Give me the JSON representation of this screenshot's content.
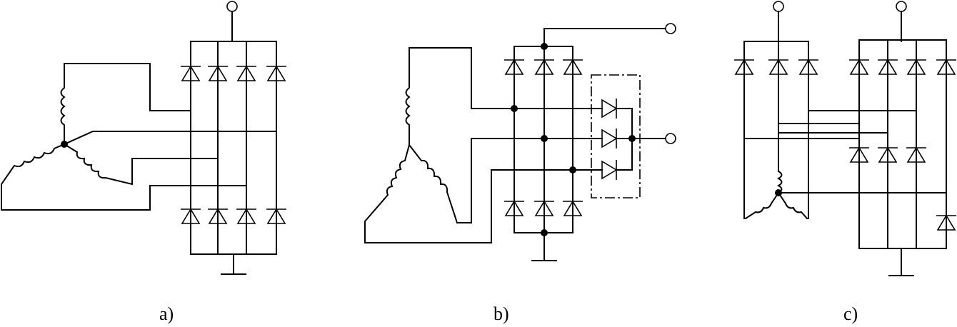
{
  "diagram": {
    "panels": [
      {
        "id": "a",
        "caption": "a)"
      },
      {
        "id": "b",
        "caption": "b)"
      },
      {
        "id": "c",
        "caption": "c)"
      }
    ]
  },
  "colors": {
    "line": "#000000",
    "background": "#ffffff"
  }
}
